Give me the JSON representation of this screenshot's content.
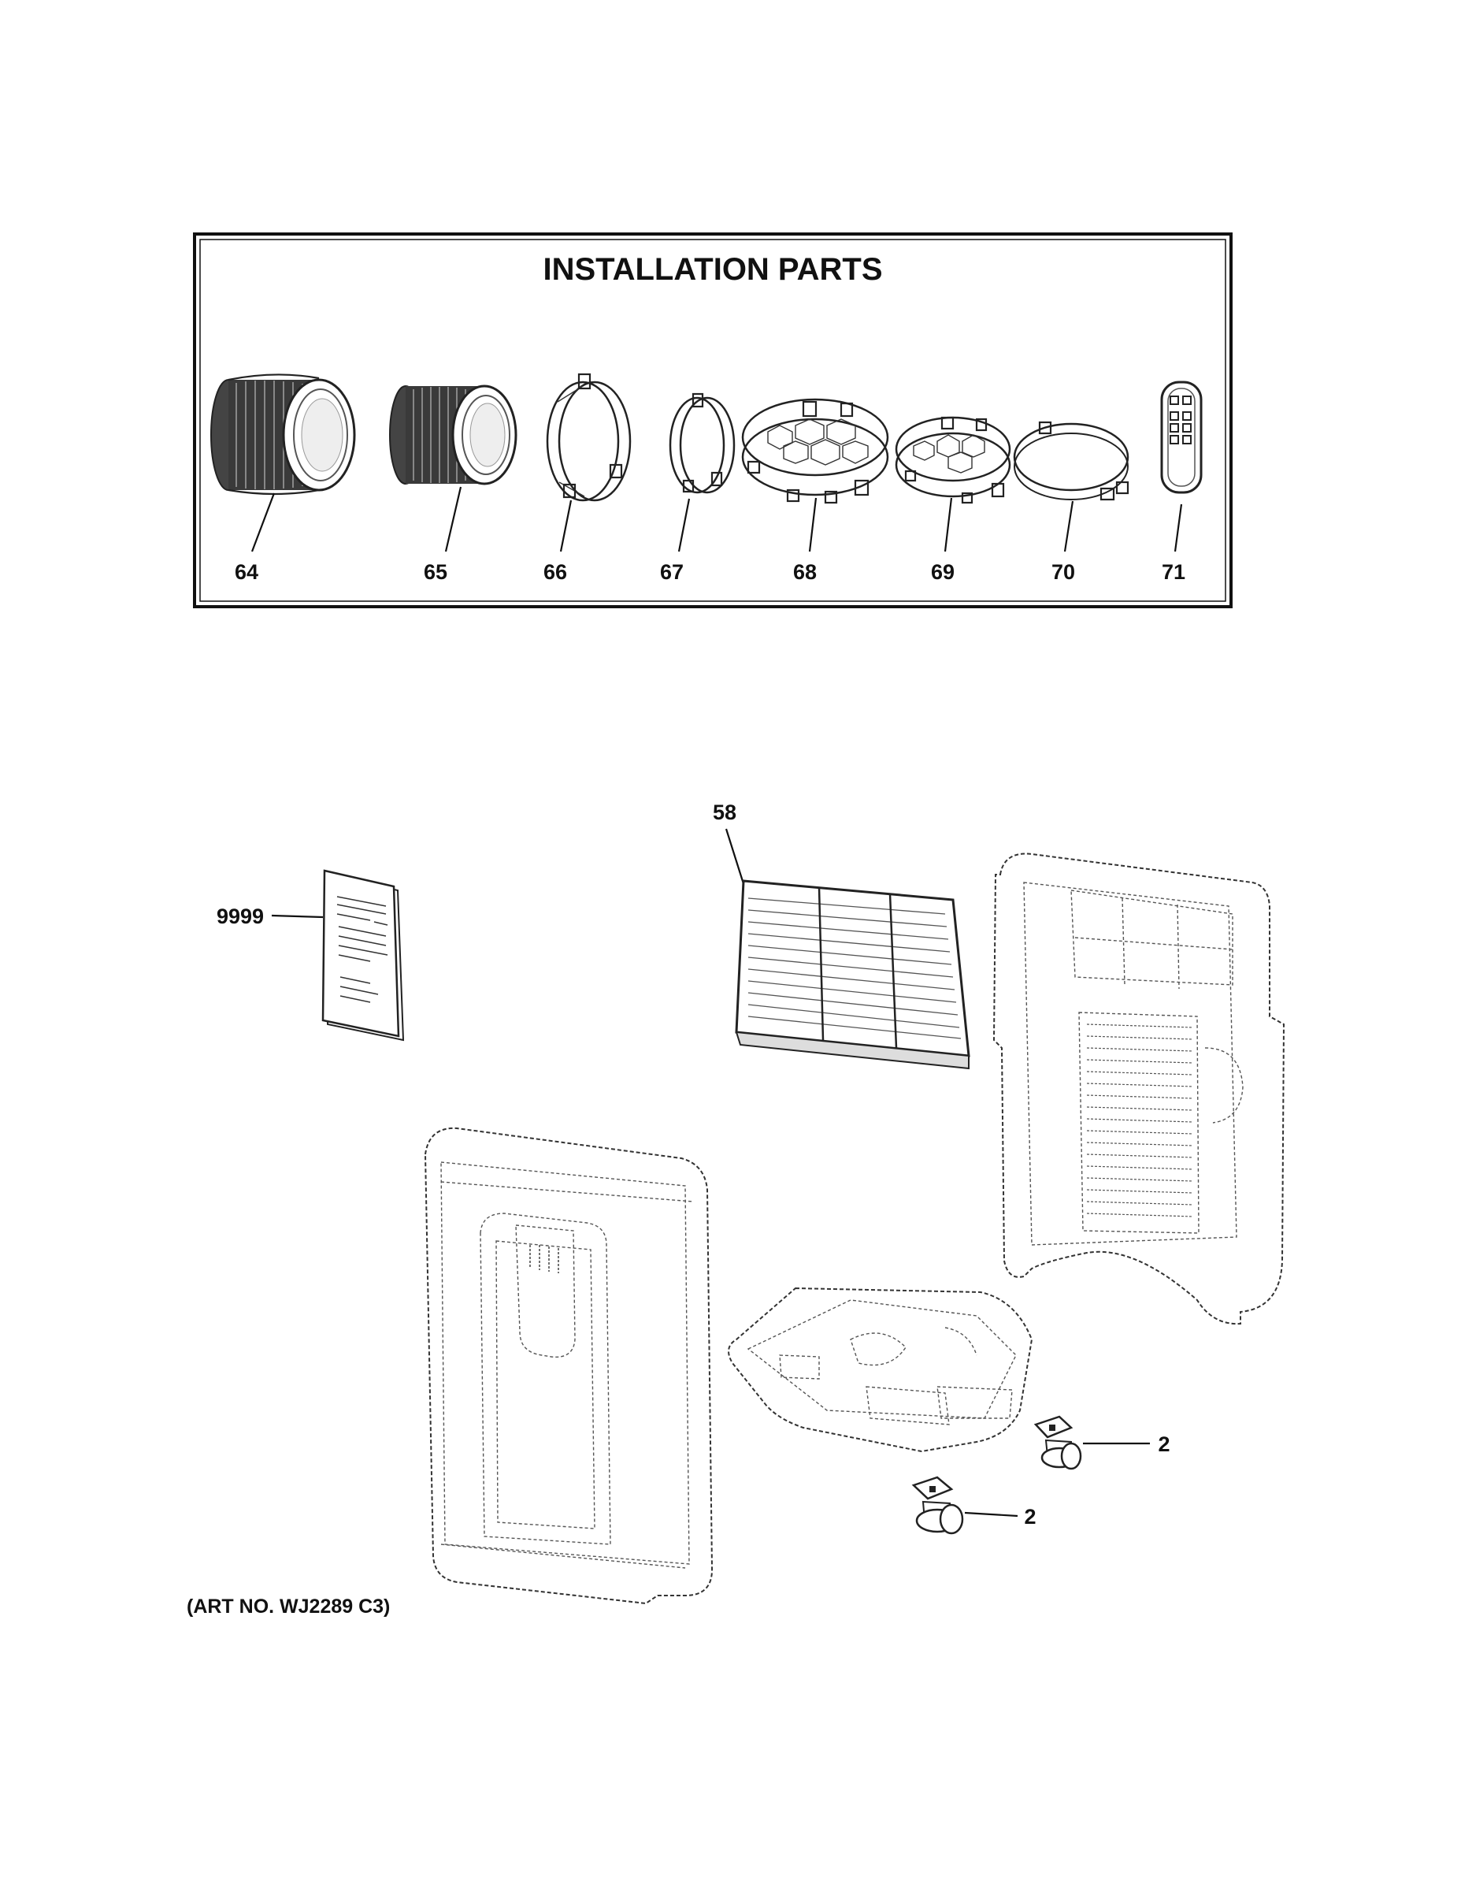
{
  "title": "INSTALLATION PARTS",
  "art_number": "(ART NO. WJ2289 C3)",
  "parts": {
    "p64": "64",
    "p65": "65",
    "p66": "66",
    "p67": "67",
    "p68": "68",
    "p69": "69",
    "p70": "70",
    "p71": "71",
    "p58": "58",
    "p9999": "9999",
    "p2a": "2",
    "p2b": "2"
  }
}
